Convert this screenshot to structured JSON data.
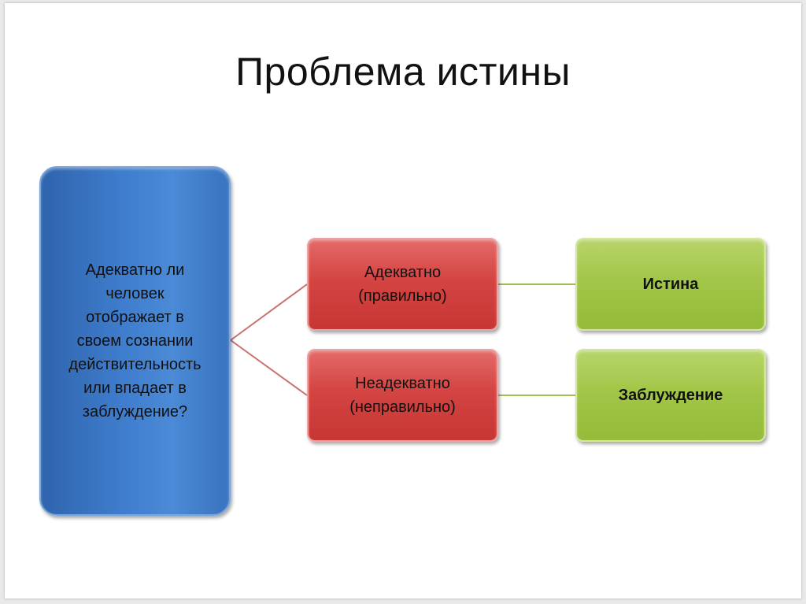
{
  "title": "Проблема истины",
  "question": "Адекватно ли\nчеловек\nотображает в\nсвоем сознании\nдействительность\nили впадает в\nзаблуждение?",
  "branches": [
    {
      "label": "Адекватно\n(правильно)",
      "result": "Истина"
    },
    {
      "label": "Неадекватно\n(неправильно)",
      "result": "Заблуждение"
    }
  ],
  "colors": {
    "question_box": "#3f7ece",
    "branch_box": "#d34442",
    "result_box": "#a2c648",
    "connector_left": "#c9716f",
    "connector_right": "#9fc04f"
  }
}
